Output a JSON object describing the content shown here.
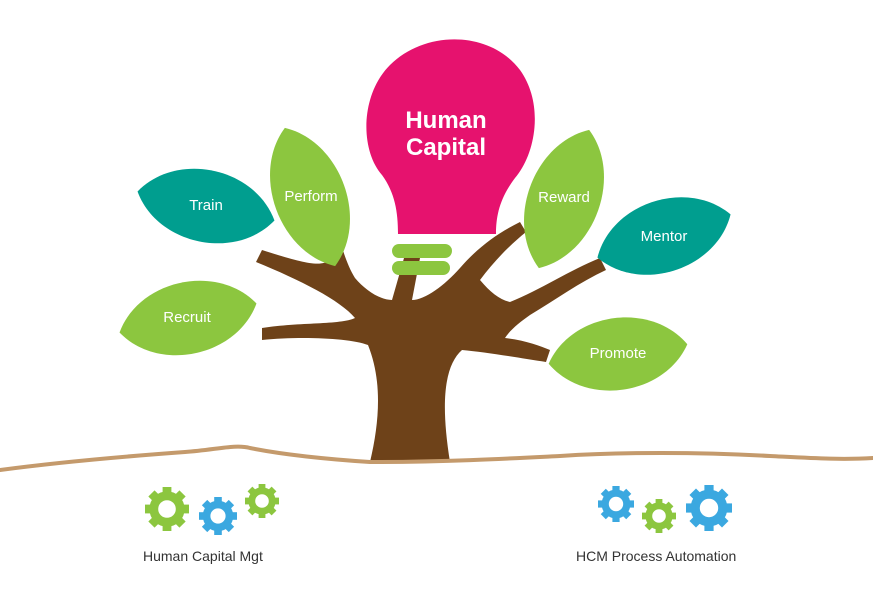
{
  "bulb": {
    "line1": "Human",
    "line2": "Capital"
  },
  "leaves": {
    "train": "Train",
    "perform": "Perform",
    "recruit": "Recruit",
    "reward": "Reward",
    "mentor": "Mentor",
    "promote": "Promote"
  },
  "captions": {
    "left": "Human Capital Mgt",
    "right": "HCM Process Automation"
  },
  "colors": {
    "green": "#8cc63f",
    "teal": "#009e8f",
    "pink": "#e6126e",
    "trunk": "#6e4219",
    "ground": "#c49a6c",
    "gear_blue": "#3ba8e0",
    "gear_green": "#8cc63f"
  },
  "icons": [
    "gear-icon"
  ]
}
